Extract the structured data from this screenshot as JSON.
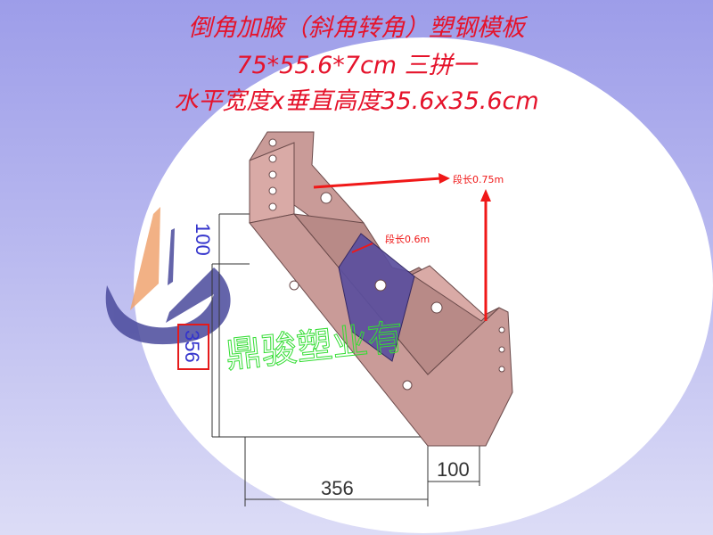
{
  "title": {
    "line1": "倒角加腋（斜角转角）塑钢模板",
    "line2": "75*55.6*7cm     三拼一",
    "line3": "水平宽度x垂直高度35.6x35.6cm"
  },
  "annotations": {
    "segment_long": "段长0.75m",
    "segment_short": "段长0.6m"
  },
  "dimensions": {
    "vertical_top": "100",
    "vertical_main": "356",
    "horizontal_main": "356",
    "horizontal_right": "100"
  },
  "watermark": "鼎骏塑业有",
  "colors": {
    "title": "#e5132b",
    "mold_body": "#c99b98",
    "mold_center": "#5b4f9e",
    "logo_orange": "#f0a470",
    "logo_blue": "#4a4a9c",
    "watermark": "#33dd33",
    "dimension_text": "#3333cc"
  }
}
